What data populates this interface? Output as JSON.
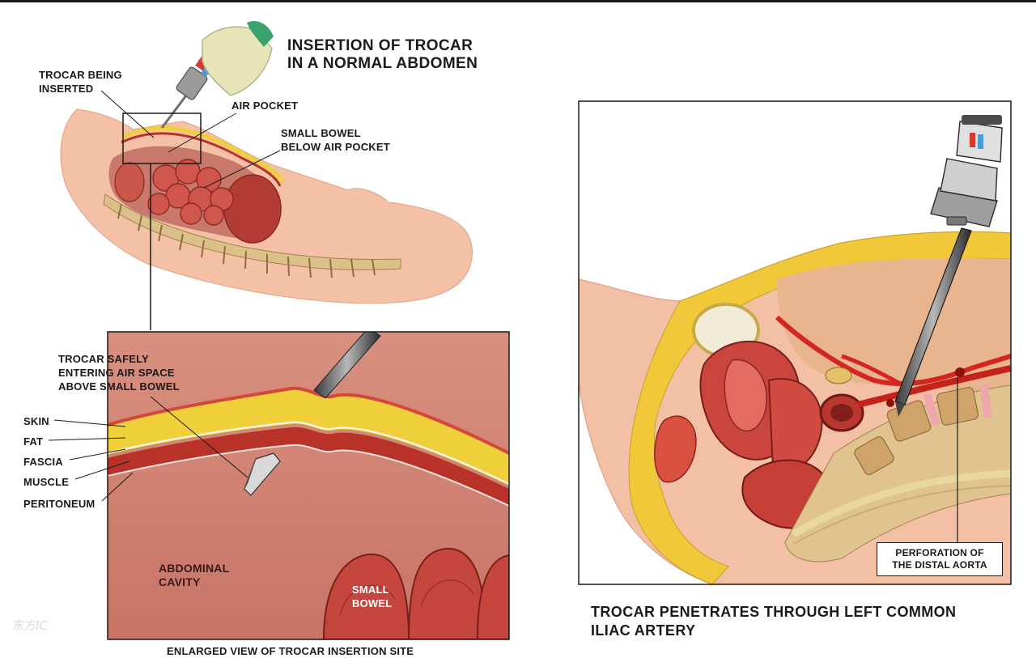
{
  "top_illustration": {
    "title": "INSERTION OF TROCAR\nIN A NORMAL ABDOMEN",
    "labels": {
      "trocar_being_inserted": "TROCAR BEING\nINSERTED",
      "air_pocket": "AIR POCKET",
      "small_bowel_below": "SMALL BOWEL\nBELOW AIR POCKET"
    }
  },
  "enlarged_view": {
    "caption": "ENLARGED VIEW OF TROCAR INSERTION SITE",
    "trocar_label": "TROCAR SAFELY\nENTERING AIR SPACE\nABOVE SMALL BOWEL",
    "layers": [
      "SKIN",
      "FAT",
      "FASCIA",
      "MUSCLE",
      "PERITONEUM"
    ],
    "abdominal_cavity": "ABDOMINAL\nCAVITY",
    "small_bowel": "SMALL\nBOWEL"
  },
  "right_panel": {
    "callout": "PERFORATION OF\nTHE DISTAL AORTA",
    "caption": "TROCAR PENETRATES THROUGH LEFT COMMON\nILIAC ARTERY"
  },
  "watermark": "东方IC",
  "colors": {
    "skin": "#f4c1a7",
    "fat": "#f0d03a",
    "muscle": "#b8322a",
    "cavity": "#d58478",
    "bowel": "#c5453f",
    "bone": "#dcc08a",
    "artery": "#d42620"
  }
}
